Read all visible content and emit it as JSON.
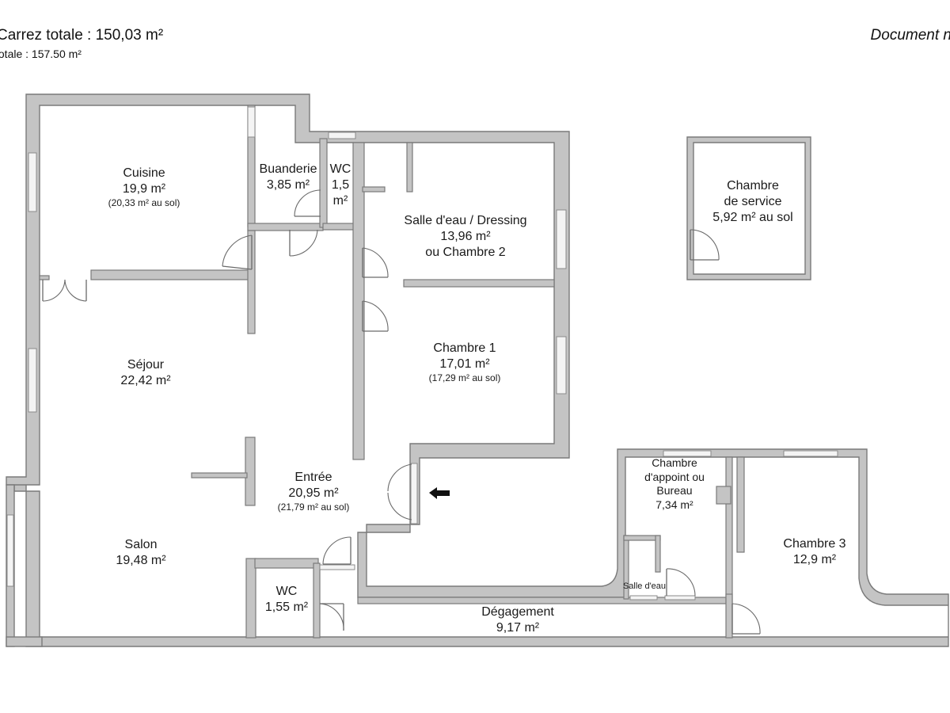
{
  "header": {
    "carrez": "Carrez totale :  150,03 m²",
    "totale": "totale :   157.50  m²",
    "document": "Document n"
  },
  "rooms": {
    "cuisine": {
      "name": "Cuisine",
      "area": "19,9 m²",
      "sol": "(20,33 m² au sol)"
    },
    "buanderie": {
      "name": "Buanderie",
      "area": "3,85 m²"
    },
    "wc1": {
      "name": "WC",
      "area_line1": "1,5",
      "area_line2": "m²"
    },
    "salle_eau": {
      "name": "Salle d'eau / Dressing",
      "area": "13,96 m²",
      "alt": "ou Chambre 2"
    },
    "service": {
      "name_line1": "Chambre",
      "name_line2": "de service",
      "area": "5,92 m² au sol"
    },
    "sejour": {
      "name": "Séjour",
      "area": "22,42 m²"
    },
    "chambre1": {
      "name": "Chambre 1",
      "area": "17,01 m²",
      "sol": "(17,29 m² au sol)"
    },
    "entree": {
      "name": "Entrée",
      "area": "20,95 m²",
      "sol": "(21,79 m² au sol)"
    },
    "salon": {
      "name": "Salon",
      "area": "19,48 m²"
    },
    "wc2": {
      "name": "WC",
      "area": "1,55 m²"
    },
    "appoint": {
      "name_line1": "Chambre",
      "name_line2": "d'appoint ou",
      "name_line3": "Bureau",
      "area": "7,34 m²"
    },
    "salle_eau2": {
      "name": "Salle d'eau"
    },
    "chambre3": {
      "name": "Chambre 3",
      "area": "12,9 m²"
    },
    "degagement": {
      "name": "Dégagement",
      "area": "9,17 m²"
    }
  },
  "icons": {
    "entrance": "entrance-arrow-icon"
  }
}
